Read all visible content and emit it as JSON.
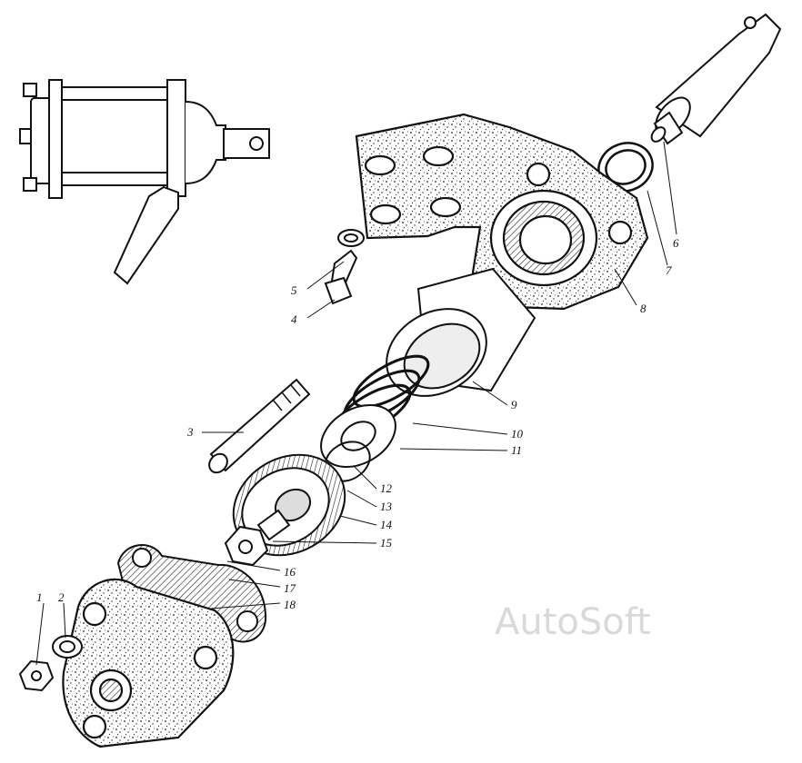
{
  "callouts": {
    "c1": "1",
    "c2": "2",
    "c3": "3",
    "c4": "4",
    "c5": "5",
    "c6": "6",
    "c7": "7",
    "c8": "8",
    "c9": "9",
    "c10": "10",
    "c11": "11",
    "c12": "12",
    "c13": "13",
    "c14": "14",
    "c15": "15",
    "c16": "16",
    "c17": "17",
    "c18": "18"
  },
  "watermark": "AutoSoft"
}
